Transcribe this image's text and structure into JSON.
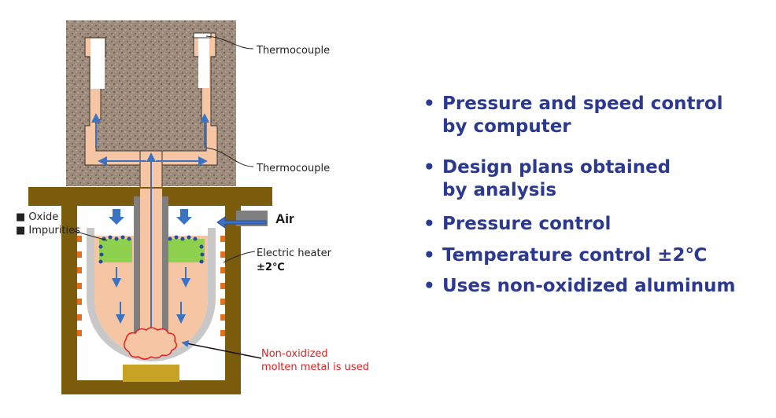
{
  "labels": {
    "thermocouple_top": "Thermocouple",
    "thermocouple_mid": "Thermocouple",
    "oxide": "■ Oxide",
    "impurities": "■ Impurities",
    "air": "Air",
    "heater_line1": "Electric heater",
    "heater_line2": "±2℃",
    "molten_line1": "Non-oxidized",
    "molten_line2": "molten metal is used"
  },
  "bullets": {
    "marker": "•",
    "items": [
      "Pressure and speed control\nby computer",
      "Design plans obtained\nby analysis",
      "Pressure control",
      "Temperature control ±2℃",
      "Uses non-oxidized aluminum"
    ]
  },
  "colors": {
    "bullet_text": "#2b3990",
    "red_label": "#e02020",
    "frame": "#7a5c0c",
    "metal": "#f6c6a4",
    "oxide_layer": "#8ed14f",
    "arrow": "#3a72c4",
    "crucible": "#c8c8c8"
  },
  "icons": [
    "arrow-down-icon",
    "arrow-up-icon",
    "arrow-left-icon",
    "air-arrow-icon",
    "oxide-dots-icon",
    "melt-cloud-icon"
  ]
}
